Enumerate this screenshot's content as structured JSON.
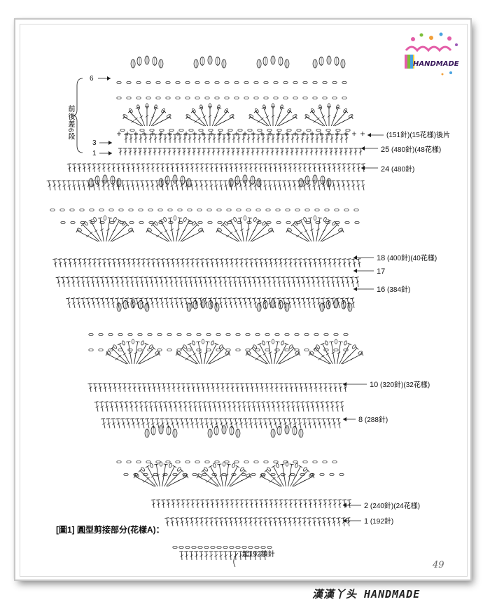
{
  "diagram": {
    "caption_label": "[圖1]",
    "caption_title": "圓型剪接部分(花樣A)：",
    "start_label": "起192鎖針",
    "page_number": "49",
    "footer": "漢漢丫头 HANDMADE",
    "logo_text": "HANDMADE",
    "side_note": "前後差6段",
    "left_rows": [
      "6",
      "3",
      "1"
    ],
    "right_labels": [
      {
        "id": "r151",
        "text": "(151針)(15花樣)後片"
      },
      {
        "id": "r25",
        "row": "25",
        "text": "(480針)(48花樣)"
      },
      {
        "id": "r24",
        "row": "24",
        "text": "(480針)"
      },
      {
        "id": "r18",
        "row": "18",
        "text": "(400針)(40花樣)"
      },
      {
        "id": "r17",
        "row": "17",
        "text": ""
      },
      {
        "id": "r16",
        "row": "16",
        "text": "(384針)"
      },
      {
        "id": "r10",
        "row": "10",
        "text": "(320針)(32花樣)"
      },
      {
        "id": "r8",
        "row": "8",
        "text": "(288針)"
      },
      {
        "id": "r2",
        "row": "2",
        "text": "(240針)(24花樣)"
      },
      {
        "id": "r1",
        "row": "1",
        "text": "(192針)"
      }
    ],
    "colors": {
      "ink": "#1a1a1a",
      "frame_shadow": "#8a8a8a"
    }
  }
}
